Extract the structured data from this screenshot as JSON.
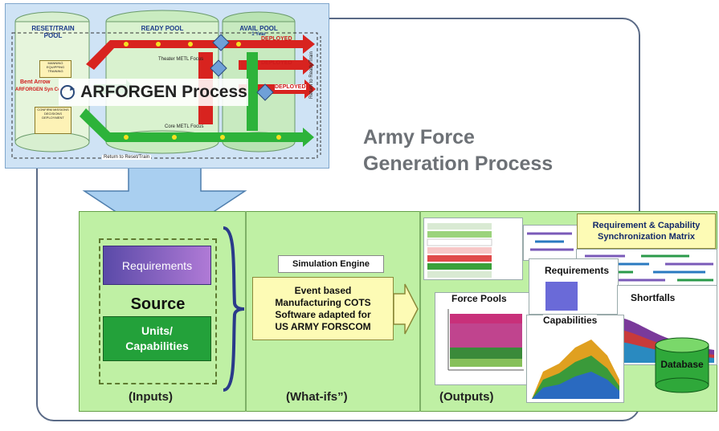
{
  "title": {
    "line1": "Army Force",
    "line2": "Generation Process"
  },
  "process": {
    "title": "ARFORGEN Process",
    "pool_reset": [
      "RESET/TRAIN",
      "POOL"
    ],
    "pool_ready": "READY POOL",
    "pool_avail": [
      "AVAIL POOL",
      "1 Year"
    ],
    "deployed_labels": [
      "DEPLOYED",
      "DEPLOYED",
      "DEPLOYED"
    ],
    "theater_focus": "Theater METL Focus",
    "core_focus": "Core METL Focus",
    "return_ready": "Return to Ready/Train",
    "return_reset": "Return to Reset/Train",
    "red_note": "Bent Arrow",
    "red_note2": "ARFORGEN Syn Conf",
    "box1": "MANNING EQUIPPING TRAINING",
    "box2": "CONFIRM MISSIONS DECISIONS DEPLOYMENT"
  },
  "inputs": {
    "requirements": "Requirements",
    "source": "Source",
    "units_line1": "Units/",
    "units_line2": "Capabilities",
    "caption": "(Inputs)"
  },
  "whatif": {
    "engine_label": "Simulation Engine",
    "desc": [
      "Event based",
      "Manufacturing COTS",
      "Software adapted for",
      "US ARMY FORSCOM"
    ],
    "caption": "(What-ifs”)"
  },
  "outputs": {
    "caption": "(Outputs)",
    "force_pools": "Force Pools",
    "requirements": "Requirements",
    "capabilities": "Capabilities",
    "shortfalls": "Shortfalls",
    "database": "Database",
    "sync_line1": "Requirement & Capability",
    "sync_line2": "Synchronization Matrix"
  },
  "colors": {
    "frame": "#5a6a86",
    "panel": "#bff0a4",
    "requirements_box": "#7a5ac0",
    "units_box": "#23a13a",
    "arrow": "#a9cff0",
    "database": "#2fa83a"
  }
}
